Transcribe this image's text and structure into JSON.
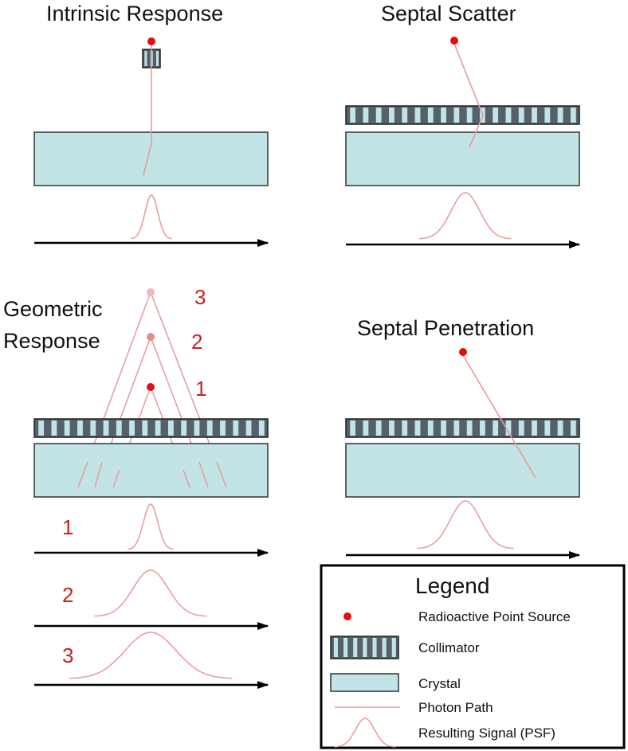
{
  "panels": {
    "intrinsic": {
      "title": "Intrinsic Response"
    },
    "scatter": {
      "title": "Septal Scatter"
    },
    "geometric": {
      "title_line1": "Geometric",
      "title_line2": "Response",
      "source_labels": [
        "1",
        "2",
        "3"
      ],
      "signal_labels": [
        "1",
        "2",
        "3"
      ]
    },
    "penetration": {
      "title": "Septal Penetration"
    }
  },
  "legend": {
    "title": "Legend",
    "items": [
      {
        "key": "point_source",
        "label": "Radioactive Point Source"
      },
      {
        "key": "collimator",
        "label": "Collimator"
      },
      {
        "key": "crystal",
        "label": "Crystal"
      },
      {
        "key": "photon_path",
        "label": "Photon Path"
      },
      {
        "key": "signal",
        "label": "Resulting Signal (PSF)"
      }
    ]
  },
  "colors": {
    "crystal_fill": "#c2e4e6",
    "collimator_septa": "#55606a",
    "collimator_hole": "#c2e4e6",
    "point_source": "#e01010",
    "photon_path": "#e79a9a",
    "signal_curve": "#e6a0a0",
    "label_red": "#cc1f1f"
  }
}
